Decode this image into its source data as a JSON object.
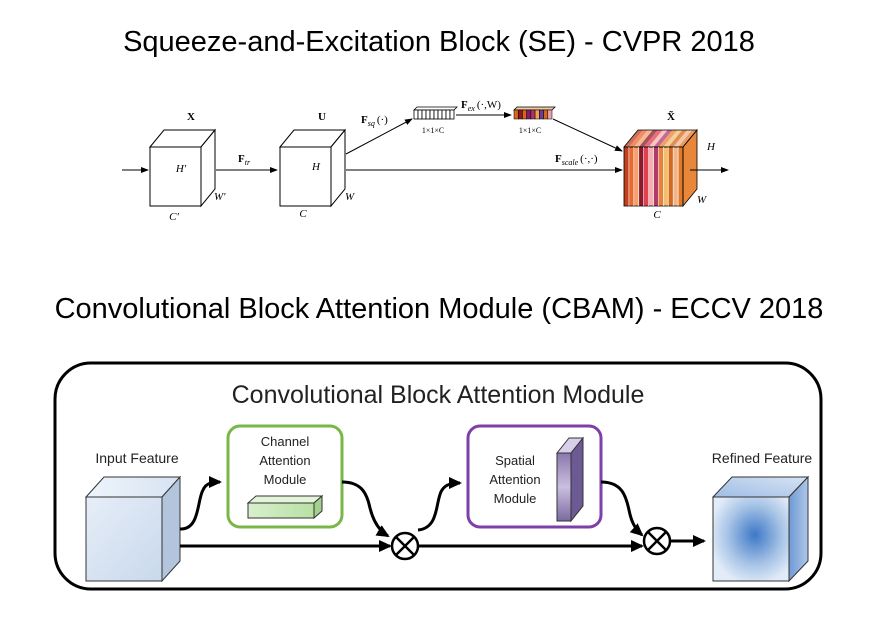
{
  "se": {
    "title": "Squeeze-and-Excitation Block (SE) - CVPR 2018",
    "labels": {
      "x": "X",
      "u": "U",
      "x_tilde": "X̃",
      "h_prime": "H′",
      "w_prime": "W′",
      "c_prime": "C′",
      "h": "H",
      "w": "W",
      "c": "C",
      "f_tr": "F",
      "f_tr_sub": "tr",
      "f_sq": "F",
      "f_sq_sub": "sq",
      "f_sq_arg": "(·)",
      "f_ex": "F",
      "f_ex_sub": "ex",
      "f_ex_arg": "(·,W)",
      "f_scale": "F",
      "f_scale_sub": "scale",
      "f_scale_arg": "(·,·)",
      "vec_size_1": "1×1×C",
      "vec_size_2": "1×1×C",
      "out_h": "H",
      "out_w": "W",
      "out_c": "C"
    },
    "colors": {
      "excitation_vector": [
        "#d2691e",
        "#8b1a1a",
        "#e06020",
        "#7b1f6e",
        "#b0305e",
        "#f0a050",
        "#6a3d9a",
        "#d2691e",
        "#e8a0b0"
      ],
      "output_slices": [
        "#c04020",
        "#e86a30",
        "#f4a070",
        "#8b1a2a",
        "#e04050",
        "#f6b0b0",
        "#b23a6a",
        "#e8823a",
        "#f0c070",
        "#d2691e",
        "#f3b48a",
        "#e07a2a"
      ]
    }
  },
  "cbam": {
    "title": "Convolutional Block Attention Module (CBAM) - ECCV 2018",
    "box_title": "Convolutional Block Attention Module",
    "input_label": "Input Feature",
    "channel_label": [
      "Channel",
      "Attention",
      "Module"
    ],
    "spatial_label": [
      "Spatial",
      "Attention",
      "Module"
    ],
    "refined_label": "Refined Feature",
    "multiply_symbol": "⊗",
    "colors": {
      "channel_border": "#7ab648",
      "spatial_border": "#7d3fa8",
      "input_cube": "#d9e7f5",
      "channel_bar": "#cdebc0",
      "spatial_slab": "#9a86b8",
      "refined_center": "#3d78c6"
    }
  }
}
